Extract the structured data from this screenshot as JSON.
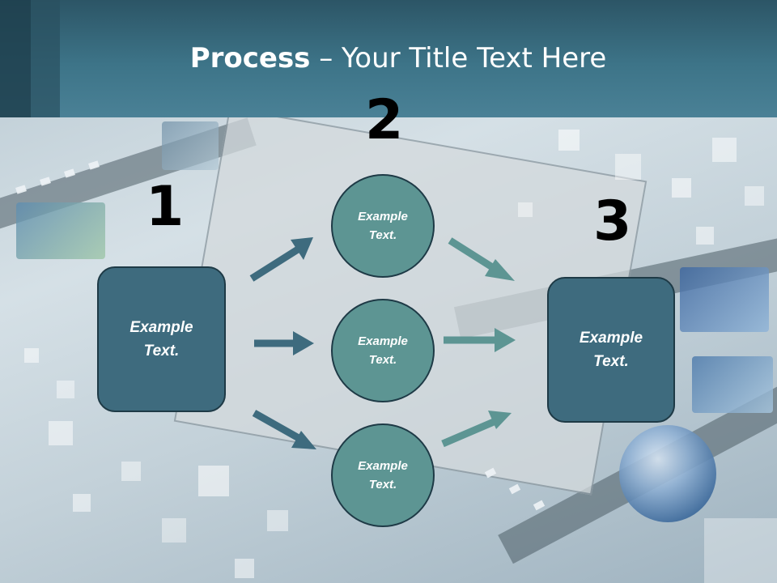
{
  "header": {
    "title_bold": "Process",
    "title_rest": " – Your Title Text Here"
  },
  "steps": [
    {
      "number": "1",
      "text": "Example\nText."
    },
    {
      "number": "2"
    },
    {
      "number": "3",
      "text": "Example\nText."
    }
  ],
  "circles": [
    {
      "text": "Example\nText."
    },
    {
      "text": "Example\nText."
    },
    {
      "text": "Example\nText."
    }
  ],
  "colors": {
    "header": "#3d7488",
    "box_fill": "#3e6b7e",
    "circle_fill": "#5d9593",
    "arrow_dark": "#3e6b7e",
    "arrow_light": "#5d9593",
    "title_text": "#ffffff"
  }
}
